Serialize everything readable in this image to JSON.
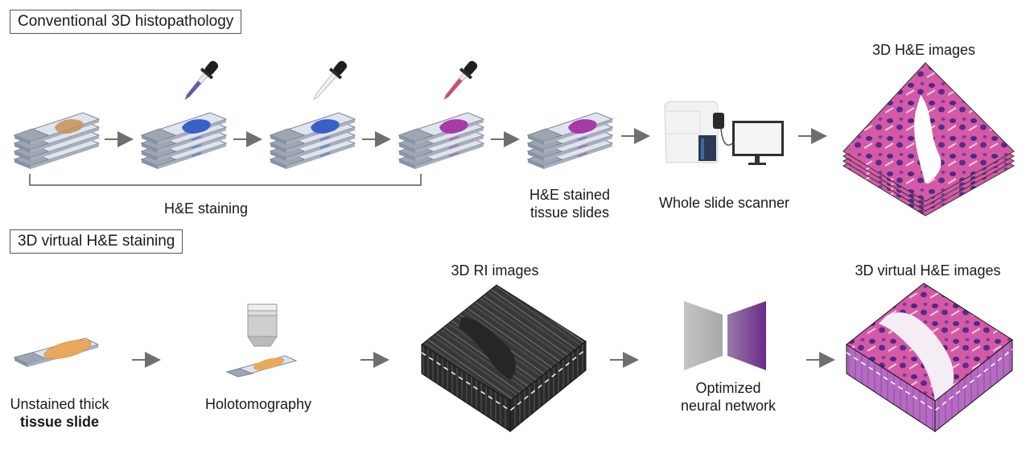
{
  "sections": {
    "conventional": {
      "title": "Conventional 3D histopathology",
      "bracket_label": "H&E staining",
      "steps": [
        {
          "id": "unstained-slides",
          "tissue_color": "#c8965a"
        },
        {
          "id": "hematoxylin-step",
          "dropper_color": "#5b5fb0",
          "tissue_color": "#3b5fc8"
        },
        {
          "id": "rinse-step",
          "dropper_color": "#dcdcdc",
          "tissue_color": "#3b5fc8"
        },
        {
          "id": "eosin-step",
          "dropper_color": "#d24a78",
          "tissue_color": "#a83aa8"
        }
      ],
      "stained_slides_label_line1": "H&E stained",
      "stained_slides_label_line2": "tissue slides",
      "scanner_label": "Whole slide scanner",
      "output_title": "3D H&E images"
    },
    "virtual": {
      "title": "3D virtual H&E staining",
      "slide_label_line1": "Unstained thick",
      "slide_label_line2": "tissue slide",
      "holotomography_label": "Holotomography",
      "ri_title": "3D RI images",
      "network_label_line1": "Optimized",
      "network_label_line2": "neural network",
      "output_title": "3D virtual H&E images"
    }
  },
  "colors": {
    "arrow": "#6f6f6f",
    "slide_frost": "#9ea6b4",
    "slide_glass": "#dfe4ee",
    "slide_edge": "#7d8696",
    "he_pink": "#d2549c",
    "he_purple": "#5a2a8a",
    "network_gray": "#bdbdbd",
    "network_purple": "#6a2a8a",
    "ri_dark": "#2e2e2e"
  }
}
